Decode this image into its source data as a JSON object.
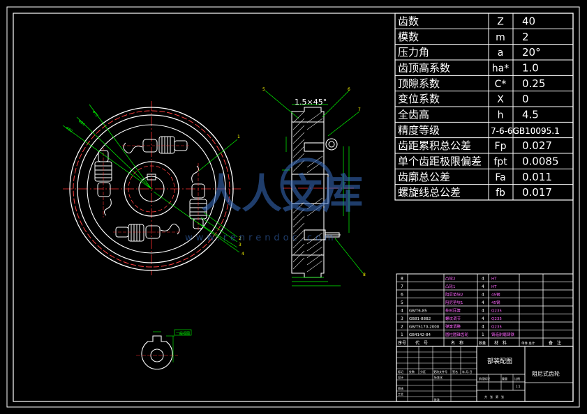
{
  "gear_params": [
    {
      "name": "齿数",
      "symbol": "Z",
      "value": "40"
    },
    {
      "name": "模数",
      "symbol": "m",
      "value": "2"
    },
    {
      "name": "压力角",
      "symbol": "a",
      "value": "20°"
    },
    {
      "name": "齿顶高系数",
      "symbol": "ha*",
      "value": "1.0"
    },
    {
      "name": "顶隙系数",
      "symbol": "C*",
      "value": "0.25"
    },
    {
      "name": "变位系数",
      "symbol": "X",
      "value": "0"
    },
    {
      "name": "全齿高",
      "symbol": "h",
      "value": "4.5"
    },
    {
      "name": "精度等级",
      "symbol": "",
      "value": "7-6-6GB10095.1"
    },
    {
      "name": "齿距累积总公差",
      "symbol": "Fp",
      "value": "0.027"
    },
    {
      "name": "单个齿距极限偏差",
      "symbol": "fpt",
      "value": "0.0085"
    },
    {
      "name": "齿廓总公差",
      "symbol": "Fa",
      "value": "0.011"
    },
    {
      "name": "螺旋线总公差",
      "symbol": "fb",
      "value": "0.017"
    }
  ],
  "section_view": {
    "chamfer_label": "1.5×45°"
  },
  "bom": {
    "rows": [
      {
        "no": "8",
        "code": "",
        "name": "凸轮2",
        "qty": "4",
        "material": "HT"
      },
      {
        "no": "7",
        "code": "",
        "name": "凸轮1",
        "qty": "4",
        "material": "HT"
      },
      {
        "no": "6",
        "code": "",
        "name": "阻尼垫块2",
        "qty": "4",
        "material": "45钢"
      },
      {
        "no": "5",
        "code": "",
        "name": "阻尼垫块1",
        "qty": "4",
        "material": "45钢"
      },
      {
        "no": "4",
        "code": "GB/T6-85",
        "name": "柱形压簧",
        "qty": "4",
        "material": "Q235"
      },
      {
        "no": "3",
        "code": "GB81-88B2",
        "name": "螺纹调节",
        "qty": "4",
        "material": "Q235"
      },
      {
        "no": "2",
        "code": "GB/T5170-2000",
        "name": "弹簧调整",
        "qty": "4",
        "material": "Q235"
      },
      {
        "no": "1",
        "code": "GB4142-84",
        "name": "圆柱圆锥齿轮",
        "qty": "1",
        "material": "铸造耐磨铸铁"
      }
    ],
    "headers": {
      "no": "序号",
      "code": "代　号",
      "name": "名　称",
      "qty": "数量",
      "material": "材　料",
      "weight": "单件 总计",
      "remark": "备　注"
    }
  },
  "title_block": {
    "drawing_name": "部装配图",
    "part_name": "阻尼式齿轮",
    "row_labels": [
      "标记",
      "处数",
      "分区",
      "更改文件号",
      "签名",
      "年.月.日"
    ],
    "designer": "设计",
    "standard": "标准化",
    "checker": "审核",
    "craft": "工艺",
    "approve": "批准",
    "stage": "阶段标记",
    "weight": "重量",
    "ratio": "比例",
    "ratio_value": "1:1",
    "sheet": "共　张　第　张"
  },
  "watermark": {
    "text": "人人文库",
    "url": "www.renrendoc.com"
  },
  "part_callouts_front": [
    "1",
    "2",
    "3",
    "4"
  ],
  "part_callouts_side": [
    "5",
    "6",
    "7",
    "8"
  ],
  "small_view_label": "一般视图"
}
